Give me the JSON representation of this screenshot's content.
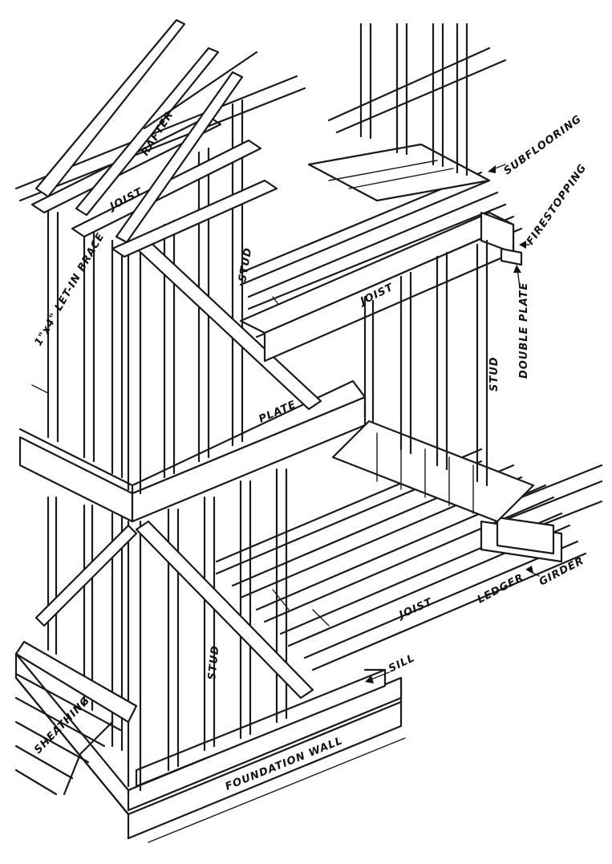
{
  "labels": {
    "rafter": "RAFTER",
    "joist_top": "JOIST",
    "let_in_brace": "1\"x4\" LET-IN BRACE",
    "stud_upper": "STUD",
    "subflooring": "SUBFLOORING",
    "firestopping": "FIRESTOPPING",
    "joist_middle": "JOIST",
    "double_plate": "DOUBLE PLATE",
    "stud_right": "STUD",
    "plate": "PLATE",
    "ledger": "LEDGER",
    "girder": "GIRDER",
    "joist_lower": "JOIST",
    "sill": "SILL",
    "stud_lower": "STUD",
    "sheathing": "SHEATHING",
    "foundation_wall": "FOUNDATION WALL"
  }
}
